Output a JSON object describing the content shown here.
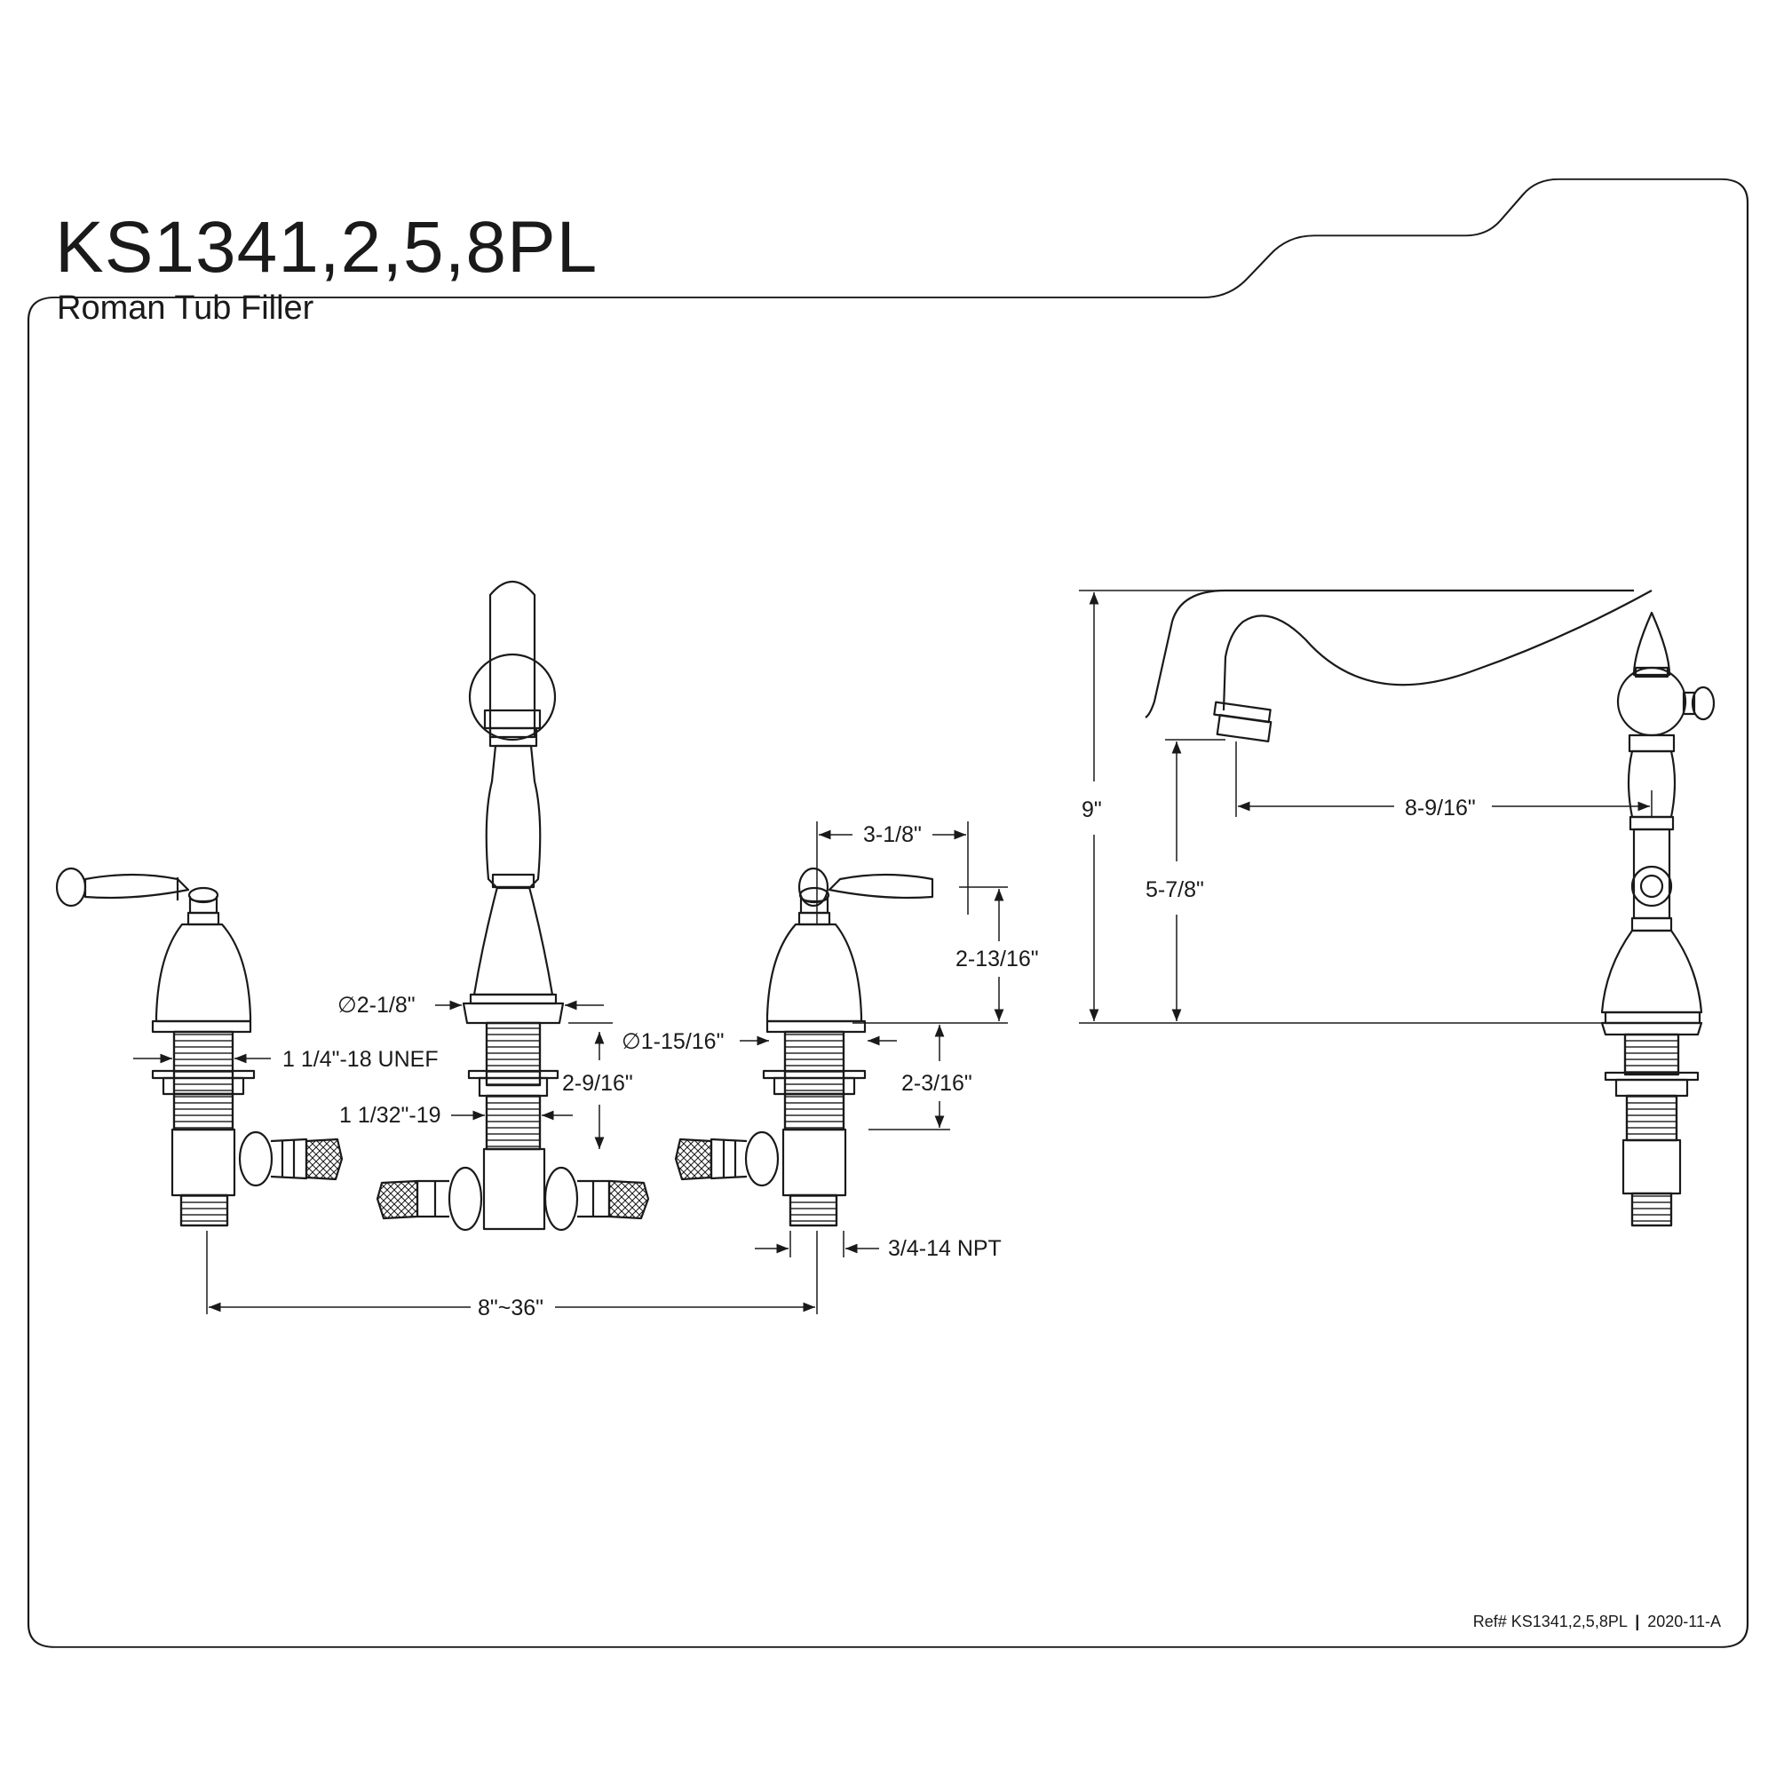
{
  "header": {
    "model": "KS1341,2,5,8PL",
    "product": "Roman Tub Filler"
  },
  "footer": {
    "ref": "Ref# KS1341,2,5,8PL",
    "separator": "|",
    "revision": "2020-11-A"
  },
  "dimensions": {
    "spout_base_dia": "∅2-1/8\"",
    "valve_thread": "1 1/4\"-18 UNEF",
    "spout_thread": "1 1/32\"-19",
    "spout_shank_len": "2-9/16\"",
    "handle_span": "3-1/8\"",
    "handle_height": "2-13/16\"",
    "valve_base_dia": "∅1-15/16\"",
    "valve_shank_len": "2-3/16\"",
    "inlet_thread": "3/4-14 NPT",
    "spread": "8\"~36\"",
    "total_height": "9\"",
    "spout_clearance": "5-7/8\"",
    "spout_reach": "8-9/16\""
  },
  "colors": {
    "line": "#1a1a1a",
    "background": "#ffffff"
  }
}
